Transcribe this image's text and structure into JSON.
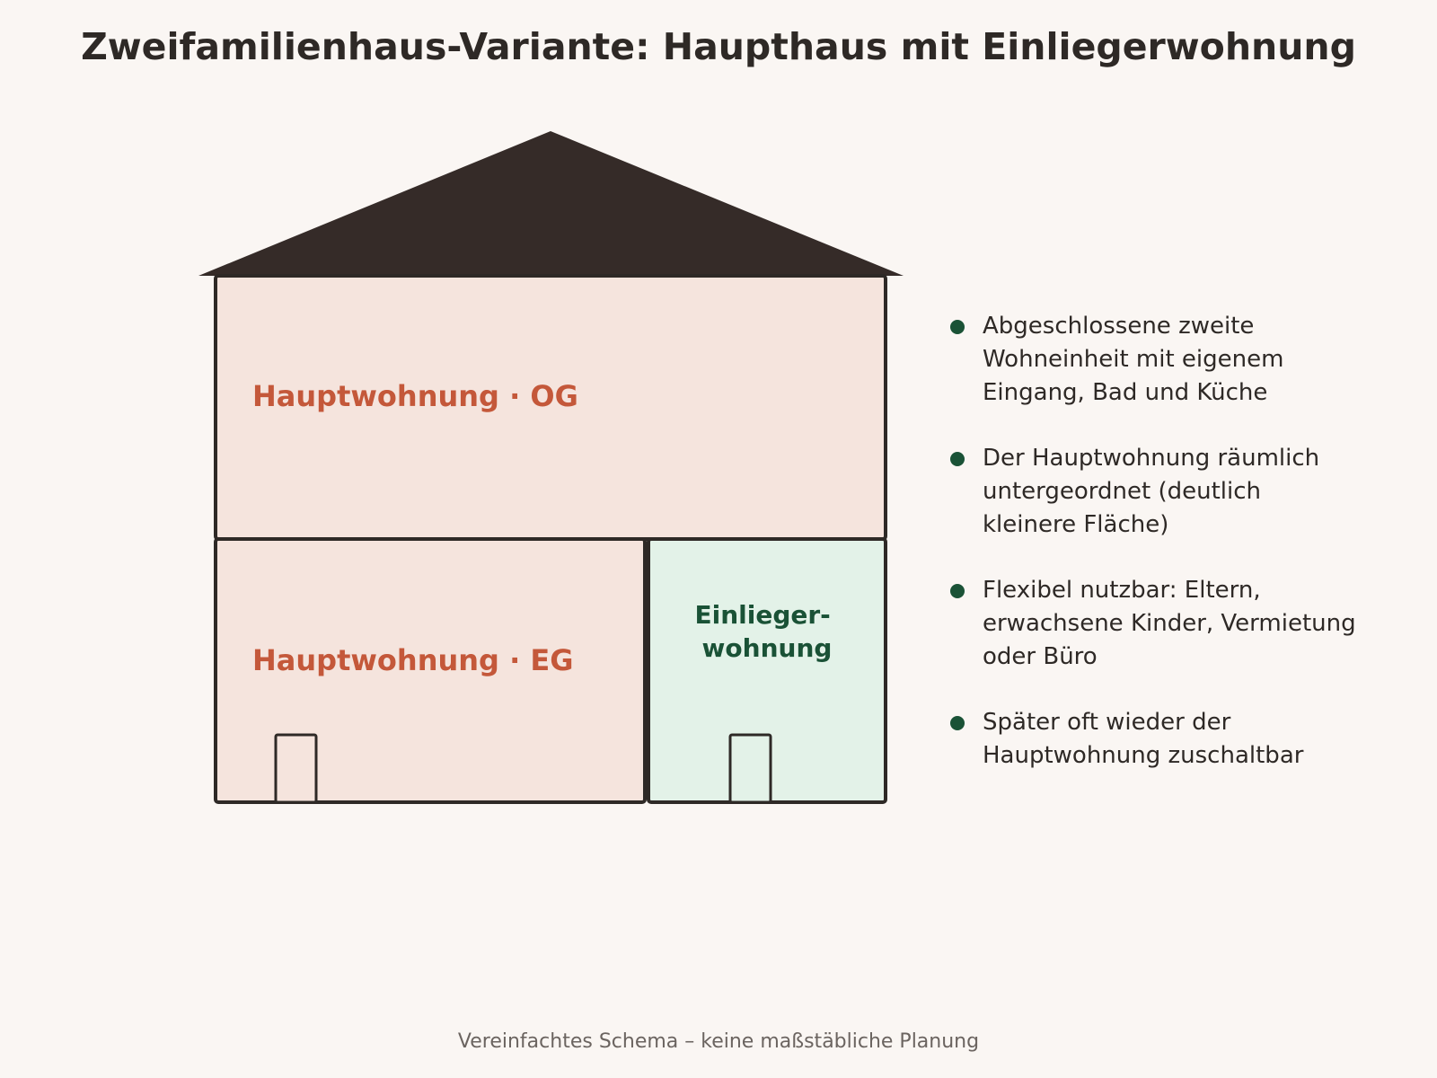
{
  "title": "Zweifamilienhaus-Variante: Haupthaus mit Einliegerwohnung",
  "units": {
    "upper": {
      "label": "Hauptwohnung · OG"
    },
    "ground": {
      "label": "Hauptwohnung · EG"
    },
    "annex": {
      "label_line1": "Einlieger-",
      "label_line2": "wohnung"
    }
  },
  "bullets": [
    {
      "lines": [
        "Abgeschlossene zweite",
        "Wohneinheit mit eigenem",
        "Eingang, Bad und Küche"
      ]
    },
    {
      "lines": [
        "Der Hauptwohnung räumlich",
        "untergeordnet (deutlich",
        "kleinere Fläche)"
      ]
    },
    {
      "lines": [
        "Flexibel nutzbar: Eltern,",
        "erwachsene Kinder, Vermietung",
        "oder Büro"
      ]
    },
    {
      "lines": [
        "Später oft wieder der",
        "Hauptwohnung zuschaltbar"
      ]
    }
  ],
  "footer": "Vereinfachtes Schema – keine maßstäbliche Planung",
  "colors": {
    "background": "#FAF6F3",
    "text": "#2E2926",
    "roof": "#352B28",
    "outline": "#2E2926",
    "main_fill": "#F5E4DD",
    "main_label": "#C4583A",
    "annex_fill": "#E3F2E8",
    "annex_label": "#1A5236",
    "bullet": "#1A5236",
    "footer_text": "#6B6460"
  }
}
